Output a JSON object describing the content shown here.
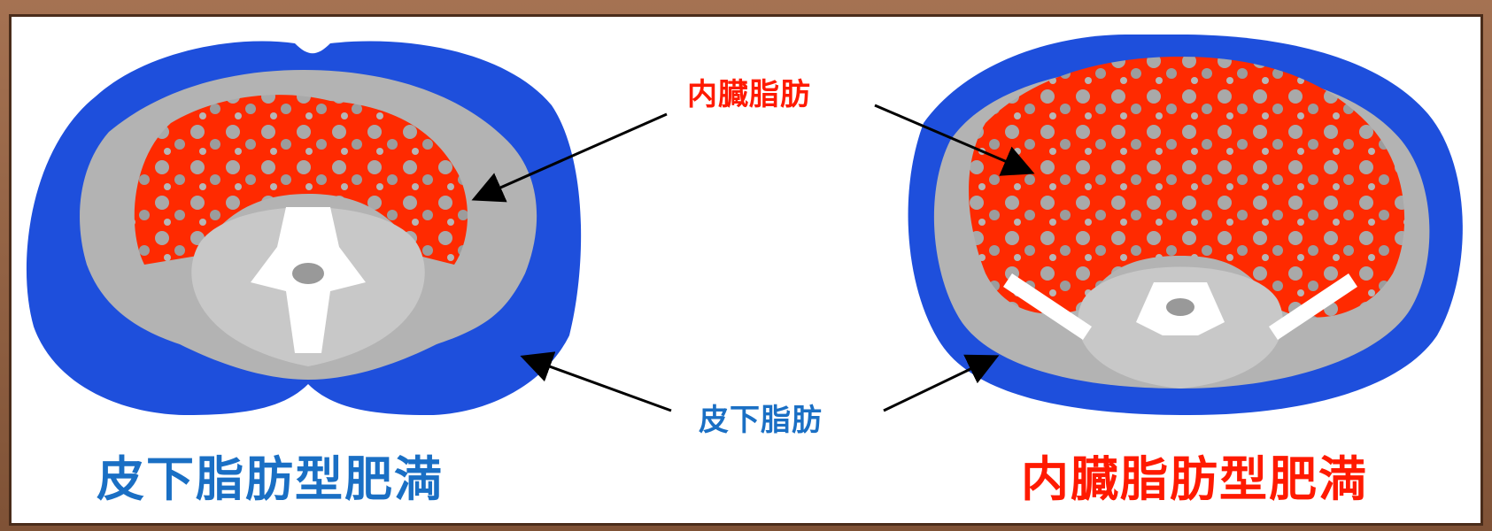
{
  "labels": {
    "visceral_fat": "内臓脂肪",
    "subcutaneous_fat": "皮下脂肪"
  },
  "titles": {
    "left": "皮下脂肪型肥満",
    "right": "内臓脂肪型肥満"
  },
  "colors": {
    "subcutaneous": "#1e4fdc",
    "visceral": "#ff2a00",
    "title_blue": "#1a6fc4",
    "title_red": "#ff1a00",
    "tissue": "#b3b3b3",
    "bone": "#ffffff",
    "frame": "#8a5a3c"
  }
}
